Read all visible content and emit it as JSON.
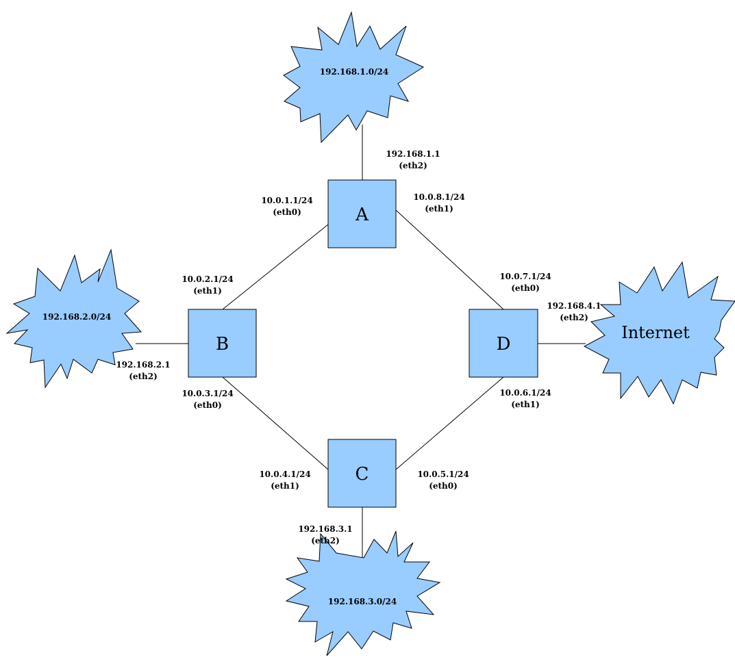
{
  "colors": {
    "fill": "#99ccff",
    "stroke": "#000000",
    "background": "#ffffff"
  },
  "routers": {
    "a": {
      "name": "A"
    },
    "b": {
      "name": "B"
    },
    "c": {
      "name": "C"
    },
    "d": {
      "name": "D"
    }
  },
  "networks": {
    "lan_a": "192.168.1.0/24",
    "lan_b": "192.168.2.0/24",
    "lan_c": "192.168.3.0/24",
    "internet": "Internet"
  },
  "interfaces": {
    "a_eth2": {
      "ip": "192.168.1.1",
      "dev": "(eth2)"
    },
    "a_eth0": {
      "ip": "10.0.1.1/24",
      "dev": "(eth0)"
    },
    "a_eth1": {
      "ip": "10.0.8.1/24",
      "dev": "(eth1)"
    },
    "b_eth1": {
      "ip": "10.0.2.1/24",
      "dev": "(eth1)"
    },
    "b_eth2": {
      "ip": "192.168.2.1",
      "dev": "(eth2)"
    },
    "b_eth0": {
      "ip": "10.0.3.1/24",
      "dev": "(eth0)"
    },
    "d_eth0": {
      "ip": "10.0.7.1/24",
      "dev": "(eth0)"
    },
    "d_eth2": {
      "ip": "192.168.4.1",
      "dev": "(eth2)"
    },
    "d_eth1": {
      "ip": "10.0.6.1/24",
      "dev": "(eth1)"
    },
    "c_eth1": {
      "ip": "10.0.4.1/24",
      "dev": "(eth1)"
    },
    "c_eth0": {
      "ip": "10.0.5.1/24",
      "dev": "(eth0)"
    },
    "c_eth2": {
      "ip": "192.168.3.1",
      "dev": "(eth2)"
    }
  }
}
